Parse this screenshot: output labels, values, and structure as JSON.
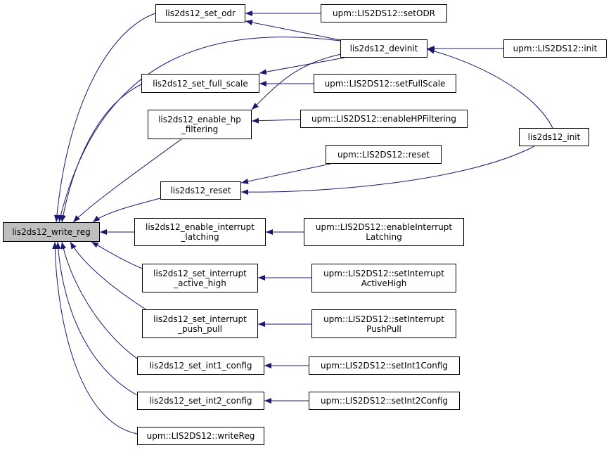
{
  "diagram": {
    "title": "",
    "edge_color": "#191970",
    "root_fill": "#bfbfbf",
    "nodes": {
      "write_reg": {
        "label": "lis2ds12_write_reg",
        "root": true
      },
      "set_odr": {
        "label": "lis2ds12_set_odr"
      },
      "upm_setODR": {
        "label": "upm::LIS2DS12::setODR"
      },
      "devinit": {
        "label": "lis2ds12_devinit"
      },
      "upm_init": {
        "label": "upm::LIS2DS12::init"
      },
      "set_full_scale": {
        "label": "lis2ds12_set_full_scale"
      },
      "upm_setFullScale": {
        "label": "upm::LIS2DS12::setFullScale"
      },
      "enable_hp_filtering": {
        "label": "lis2ds12_enable_hp\n_filtering"
      },
      "upm_enableHPFiltering": {
        "label": "upm::LIS2DS12::enableHPFiltering"
      },
      "init": {
        "label": "lis2ds12_init"
      },
      "upm_reset": {
        "label": "upm::LIS2DS12::reset"
      },
      "reset": {
        "label": "lis2ds12_reset"
      },
      "enable_interrupt_latching": {
        "label": "lis2ds12_enable_interrupt\n_latching"
      },
      "upm_enableInterruptLatching": {
        "label": "upm::LIS2DS12::enableInterrupt\nLatching"
      },
      "set_interrupt_active_high": {
        "label": "lis2ds12_set_interrupt\n_active_high"
      },
      "upm_setInterruptActiveHigh": {
        "label": "upm::LIS2DS12::setInterrupt\nActiveHigh"
      },
      "set_interrupt_push_pull": {
        "label": "lis2ds12_set_interrupt\n_push_pull"
      },
      "upm_setInterruptPushPull": {
        "label": "upm::LIS2DS12::setInterrupt\nPushPull"
      },
      "set_int1_config": {
        "label": "lis2ds12_set_int1_config"
      },
      "upm_setInt1Config": {
        "label": "upm::LIS2DS12::setInt1Config"
      },
      "set_int2_config": {
        "label": "lis2ds12_set_int2_config"
      },
      "upm_setInt2Config": {
        "label": "upm::LIS2DS12::setInt2Config"
      },
      "upm_writeReg": {
        "label": "upm::LIS2DS12::writeReg"
      }
    },
    "edges": [
      {
        "from": "set_odr",
        "to": "write_reg"
      },
      {
        "from": "devinit",
        "to": "write_reg"
      },
      {
        "from": "set_full_scale",
        "to": "write_reg"
      },
      {
        "from": "enable_hp_filtering",
        "to": "write_reg"
      },
      {
        "from": "reset",
        "to": "write_reg"
      },
      {
        "from": "enable_interrupt_latching",
        "to": "write_reg"
      },
      {
        "from": "set_interrupt_active_high",
        "to": "write_reg"
      },
      {
        "from": "set_interrupt_push_pull",
        "to": "write_reg"
      },
      {
        "from": "set_int1_config",
        "to": "write_reg"
      },
      {
        "from": "set_int2_config",
        "to": "write_reg"
      },
      {
        "from": "upm_writeReg",
        "to": "write_reg"
      },
      {
        "from": "upm_setODR",
        "to": "set_odr"
      },
      {
        "from": "devinit",
        "to": "set_odr"
      },
      {
        "from": "upm_init",
        "to": "devinit"
      },
      {
        "from": "init",
        "to": "devinit"
      },
      {
        "from": "devinit",
        "to": "set_full_scale"
      },
      {
        "from": "upm_setFullScale",
        "to": "set_full_scale"
      },
      {
        "from": "devinit",
        "to": "enable_hp_filtering"
      },
      {
        "from": "upm_enableHPFiltering",
        "to": "enable_hp_filtering"
      },
      {
        "from": "upm_reset",
        "to": "reset"
      },
      {
        "from": "init",
        "to": "reset"
      },
      {
        "from": "upm_enableInterruptLatching",
        "to": "enable_interrupt_latching"
      },
      {
        "from": "upm_setInterruptActiveHigh",
        "to": "set_interrupt_active_high"
      },
      {
        "from": "upm_setInterruptPushPull",
        "to": "set_interrupt_push_pull"
      },
      {
        "from": "upm_setInt1Config",
        "to": "set_int1_config"
      },
      {
        "from": "upm_setInt2Config",
        "to": "set_int2_config"
      }
    ]
  }
}
